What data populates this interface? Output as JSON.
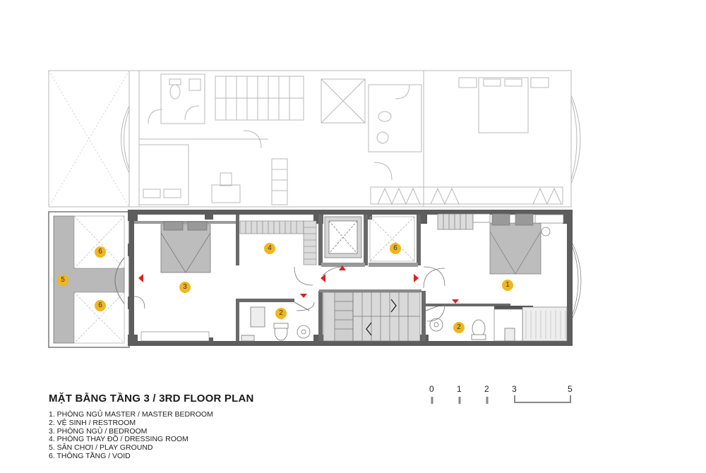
{
  "plan": {
    "title": "MẶT BẰNG TẦNG 3 / 3RD FLOOR PLAN",
    "legend": [
      "1. PHÒNG NGỦ MASTER / MASTER BEDROOM",
      "2. VỆ SINH / RESTROOM",
      "3. PHÒNG NGỦ / BEDROOM",
      "4. PHÒNG THAY ĐỒ / DRESSING ROOM",
      "5. SÂN CHƠI / PLAY GROUND",
      "6. THÔNG TẦNG / VOID"
    ],
    "room_markers": [
      "1",
      "2",
      "3",
      "4",
      "5",
      "6"
    ],
    "marker_color": "#f2b61c",
    "arrow_color": "#e02020",
    "wall_color": "#5a5a5a",
    "ghost_line_color": "#b5b5b5"
  },
  "scale_bar": {
    "labels": [
      "0",
      "1",
      "2",
      "3",
      "5"
    ]
  }
}
